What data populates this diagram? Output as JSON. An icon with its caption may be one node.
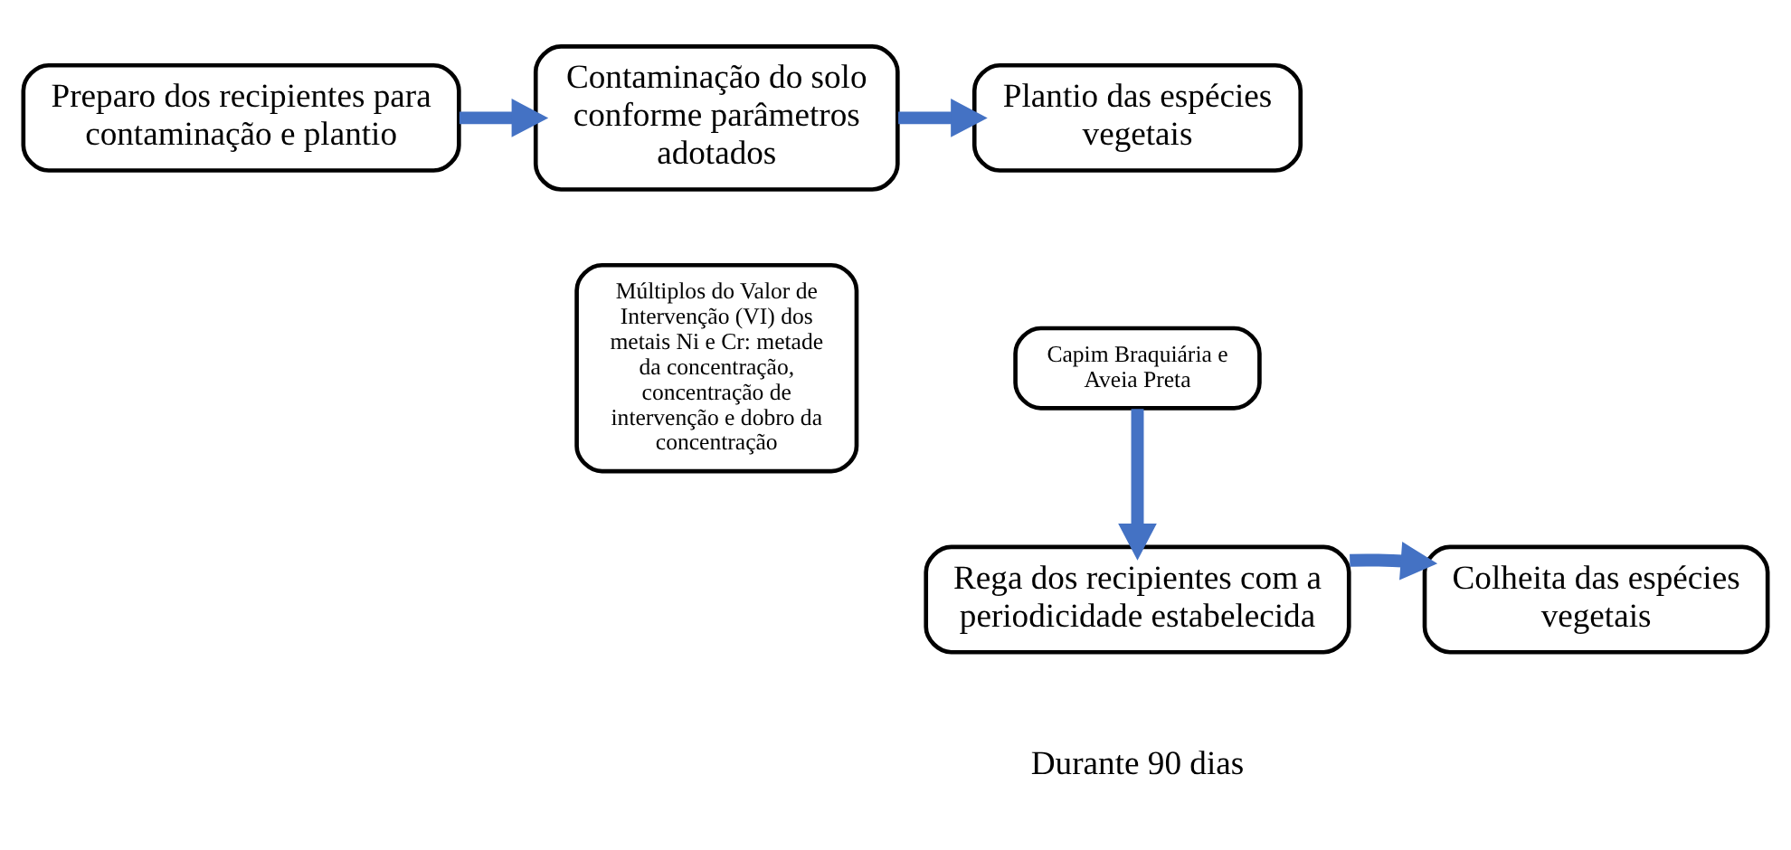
{
  "diagram": {
    "nodes": [
      {
        "text": [
          "Preparo dos recipientes para contaminação e plantio"
        ]
      },
      {
        "text": [
          "Contaminação do solo conforme parâmetros adotados"
        ]
      },
      {
        "text": [
          "Múltiplos do Valor de Intervenção (VI) dos metais Ni e Cr: metade da concentração, concentração de intervenção e dobro da concentração"
        ]
      },
      {
        "text": [
          "Plantio das espécies vegetais"
        ]
      },
      {
        "text": [
          "Capim Braquiária e Aveia Preta"
        ]
      },
      {
        "text": [
          "Rega dos recipientes com a periodicidade estabelecida"
        ]
      },
      {
        "text": [
          "Colheita das espécies vegetais"
        ]
      }
    ],
    "edges": [
      {
        "from": 0,
        "to": 1,
        "arrow": "to"
      },
      {
        "from": 1,
        "to": 3,
        "arrow": "to"
      },
      {
        "from": 4,
        "to": 5,
        "arrow": "to"
      },
      {
        "from": 5,
        "to": 6,
        "arrow": "to"
      }
    ],
    "labels": [
      "Durante 90 dias"
    ]
  }
}
